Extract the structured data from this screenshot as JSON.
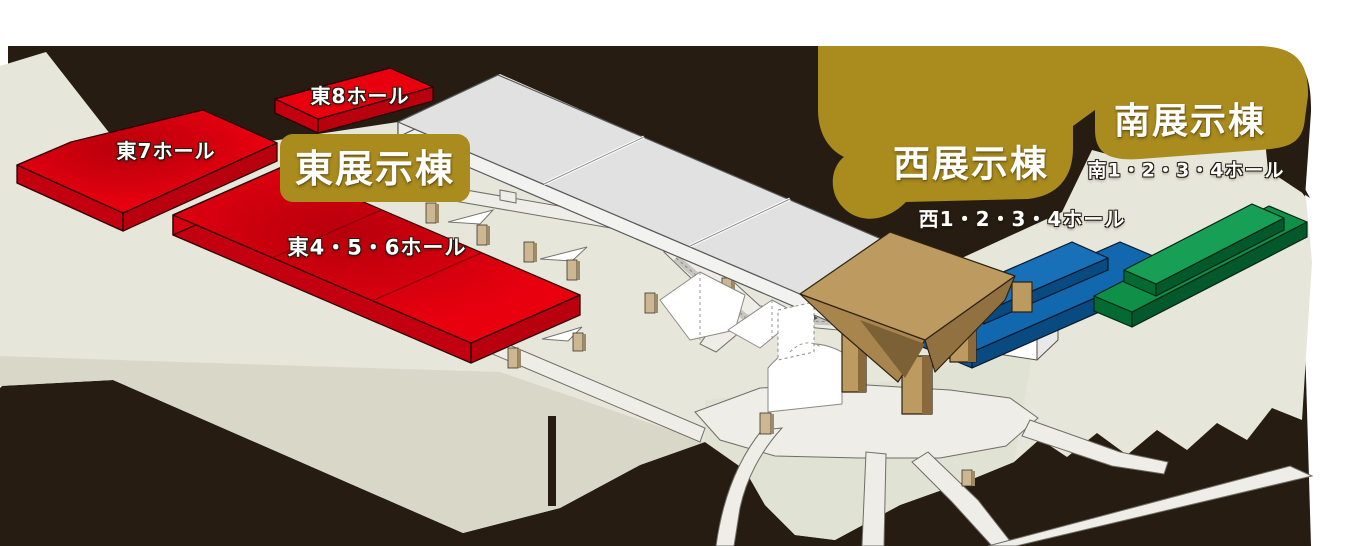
{
  "map": {
    "name": "exhibition-complex-map",
    "title_labels": {
      "east_building": "東展示棟",
      "west_building": "西展示棟",
      "south_building": "南展示棟"
    },
    "hall_labels": {
      "east8": "東8ホール",
      "east7": "東7ホール",
      "east456": "東4・5・6ホール",
      "west1234": "西1・2・3・4ホール",
      "south1234": "南1・2・3・4ホール"
    },
    "colors": {
      "east_hall_top": "#e8000f",
      "west_hall_top": "#1268ae",
      "south_hall_top": "#0f9048",
      "label_badge_gold": "#aa8b1e",
      "tower_tan": "#bd9a5f",
      "ground_dark": "#261c12",
      "base_beige": "#e7e6da",
      "road_white": "#efede8",
      "unused_hall_gray": "#e1e1e2"
    }
  }
}
